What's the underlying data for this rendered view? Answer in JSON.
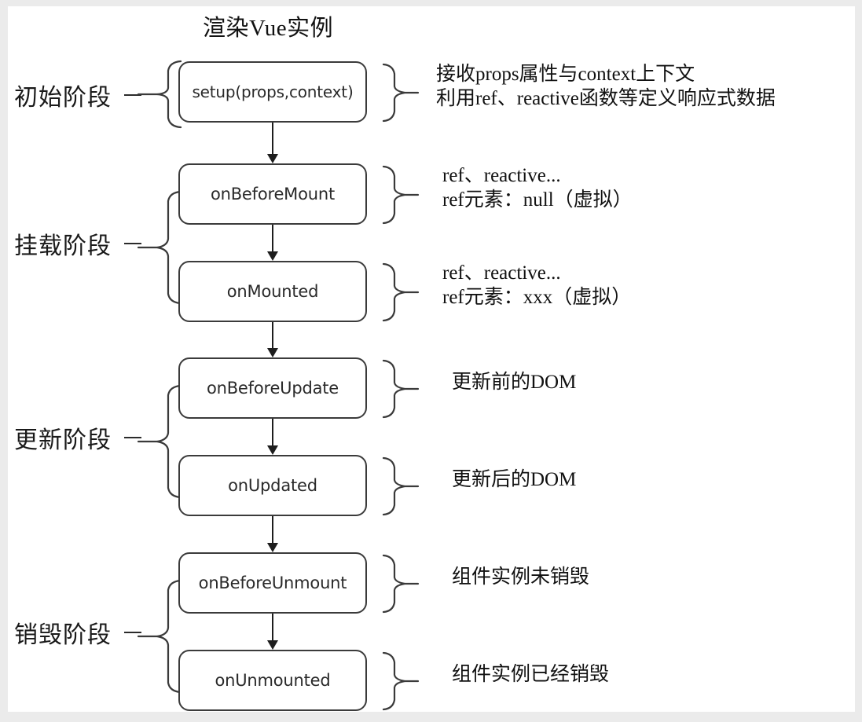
{
  "title": "渲染Vue实例",
  "colors": {
    "page_background": "#ebebeb",
    "canvas_background": "#ffffff",
    "box_border": "#3b3b3b",
    "arrow": "#1d1d1d",
    "text": "#111111",
    "brace": "#3a3a3a"
  },
  "phases": [
    {
      "id": "init",
      "label": "初始阶段"
    },
    {
      "id": "mount",
      "label": "挂载阶段"
    },
    {
      "id": "update",
      "label": "更新阶段"
    },
    {
      "id": "destroy",
      "label": "销毁阶段"
    }
  ],
  "hooks": [
    {
      "id": "setup",
      "label": "setup(props,context)"
    },
    {
      "id": "on-before-mount",
      "label": "onBeforeMount"
    },
    {
      "id": "on-mounted",
      "label": "onMounted"
    },
    {
      "id": "on-before-update",
      "label": "onBeforeUpdate"
    },
    {
      "id": "on-updated",
      "label": "onUpdated"
    },
    {
      "id": "on-before-unmount",
      "label": "onBeforeUnmount"
    },
    {
      "id": "on-unmounted",
      "label": "onUnmounted"
    }
  ],
  "annotations": [
    {
      "id": "setup-note",
      "line1": "接收props属性与context上下文",
      "line2": "利用ref、reactive函数等定义响应式数据"
    },
    {
      "id": "before-mount-note",
      "line1": "ref、reactive...",
      "line2": "ref元素：null（虚拟）"
    },
    {
      "id": "mounted-note",
      "line1": "ref、reactive...",
      "line2": "ref元素：xxx（虚拟）"
    },
    {
      "id": "before-update-note",
      "line1": "更新前的DOM",
      "line2": ""
    },
    {
      "id": "updated-note",
      "line1": "更新后的DOM",
      "line2": ""
    },
    {
      "id": "before-unmount-note",
      "line1": "组件实例未销毁",
      "line2": ""
    },
    {
      "id": "unmounted-note",
      "line1": "组件实例已经销毁",
      "line2": ""
    }
  ]
}
